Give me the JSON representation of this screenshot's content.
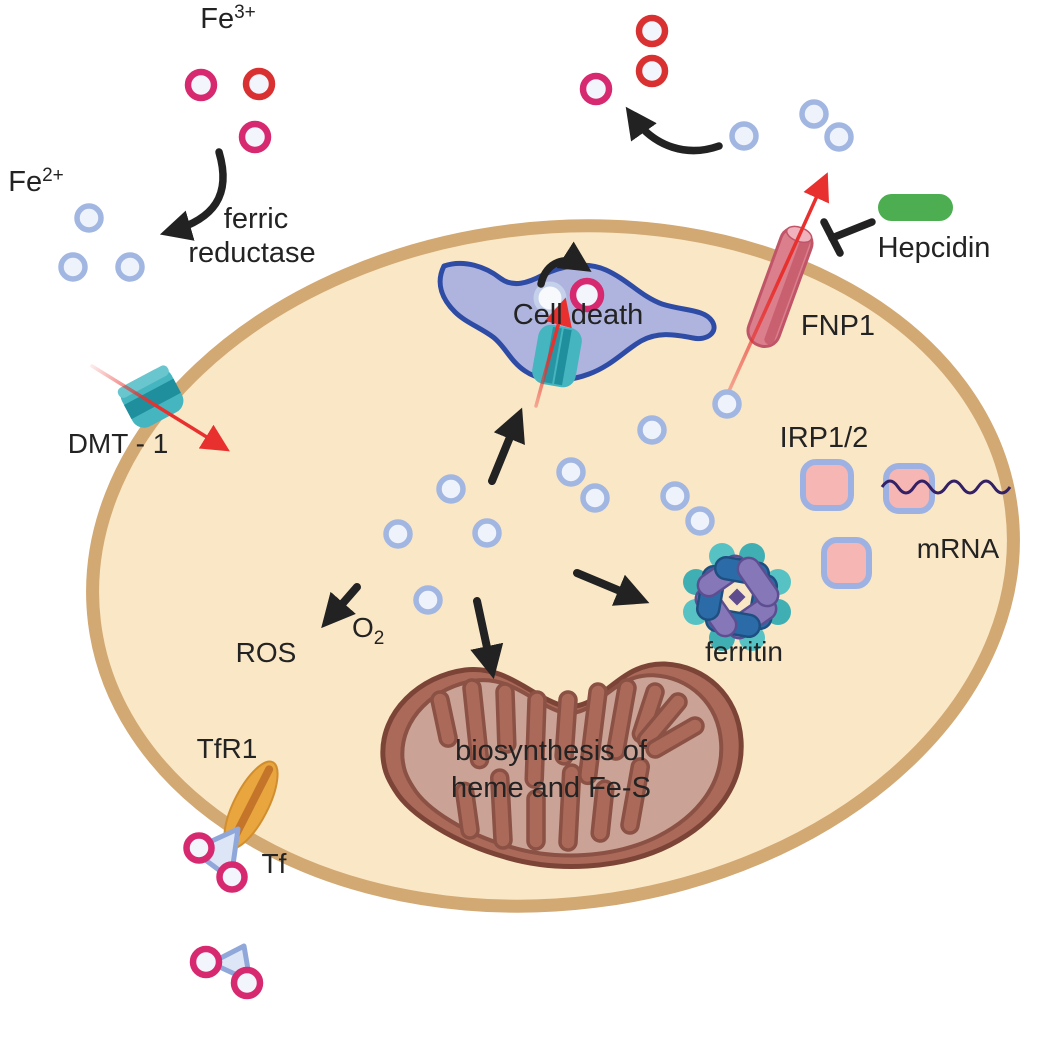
{
  "labels": {
    "fe3": {
      "base": "Fe",
      "sup": "3+"
    },
    "fe2": {
      "base": "Fe",
      "sup": "2+"
    },
    "ferric_reductase": {
      "line1": "ferric",
      "line2": "reductase"
    },
    "dmt1": "DMT - 1",
    "cell_death": "Cell death",
    "fnp1": "FNP1",
    "hepcidin": "Hepcidin",
    "irp": "IRP1/2",
    "mrna": "mRNA",
    "ferritin": "ferritin",
    "ros": "ROS",
    "o2": {
      "base": "O",
      "sub": "2"
    },
    "mitochondrion": {
      "line1": "biosynthesis of",
      "line2": "heme and Fe-S"
    },
    "tfr1": "TfR1",
    "tf": "Tf"
  },
  "colors": {
    "background": "#FFFFFF",
    "cell_fill": "#FAE7C5",
    "membrane": "#D2A873",
    "fe2_ring": "#A2B6E2",
    "fe3_pink_ring": "#D6296F",
    "fe3_red_ring": "#D93131",
    "ion_core": "#EEF2FB",
    "channel_teal": "#45B5BF",
    "channel_teal_dark": "#1F8E9D",
    "fnp1_pink": "#DB7F8D",
    "hepcidin_green": "#4CAE50",
    "irp_fill": "#F6B6B4",
    "irp_border": "#9DB2E2",
    "mrna_line": "#342065",
    "ferritin_blue": "#2B6CA8",
    "ferritin_purple": "#8678B8",
    "ferritin_teal": "#3FAFB4",
    "cell_death_fill": "#AEB4DE",
    "cell_death_border": "#2E4CA5",
    "mito_outer": "#AB6A59",
    "mito_inner": "#CAA296",
    "mito_line": "#7C4437",
    "tfr1_orange": "#E9A63E",
    "tf_fill": "#DDE6F6",
    "tf_border": "#90A7DA",
    "arrow_black": "#222222",
    "arrow_red": "#E8312E",
    "text": "#232323"
  }
}
